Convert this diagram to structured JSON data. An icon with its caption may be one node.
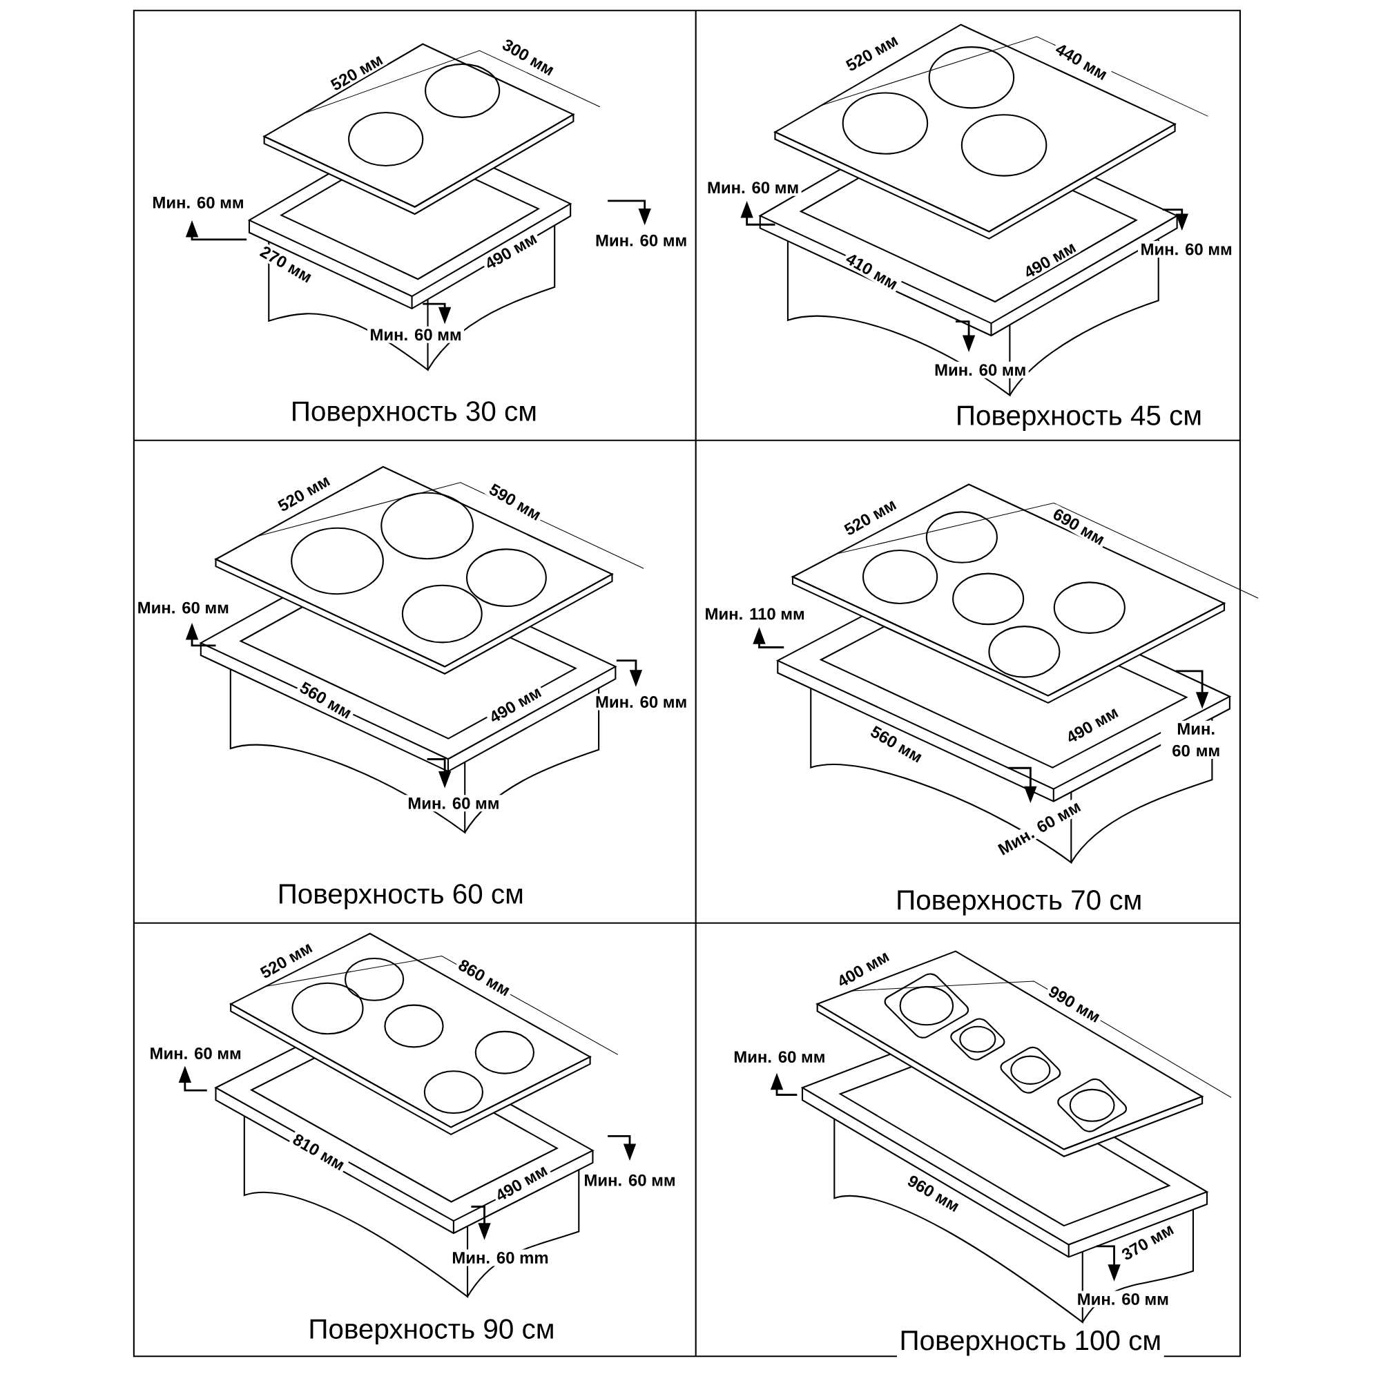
{
  "diagram": {
    "labels": [
      "520 мм",
      "300 мм",
      "Мин. 60 мм",
      "270 мм",
      "490 мм",
      "Мин. 60 мм",
      "Мин. 60 мм",
      "Поверхность 30 см",
      "520 мм",
      "440 мм",
      "Мин. 60 мм",
      "410 мм",
      "490 мм",
      "Мин. 60 мм",
      "Мин. 60 мм",
      "Поверхность 45 см",
      "520 мм",
      "590 мм",
      "Мин. 60 мм",
      "560 мм",
      "490 мм",
      "Мин. 60 мм",
      "Мин. 60 мм",
      "Поверхность 60 см",
      "520 мм",
      "690 мм",
      "Мин. 110 мм",
      "560 мм",
      "490 мм",
      "Мин. 60 мм",
      "Мин. 60 мм",
      "Поверхность 70 см",
      "520 мм",
      "860 мм",
      "Мин. 60 мм",
      "810 мм",
      "490 мм",
      "Мин. 60 мм",
      "Мин. 60 mm",
      "Поверхность 90 см",
      "400 мм",
      "990 мм",
      "Мин. 60 мм",
      "960 мм",
      "370 мм",
      "Мин. 60 мм",
      "Поверхность 100 см"
    ]
  }
}
